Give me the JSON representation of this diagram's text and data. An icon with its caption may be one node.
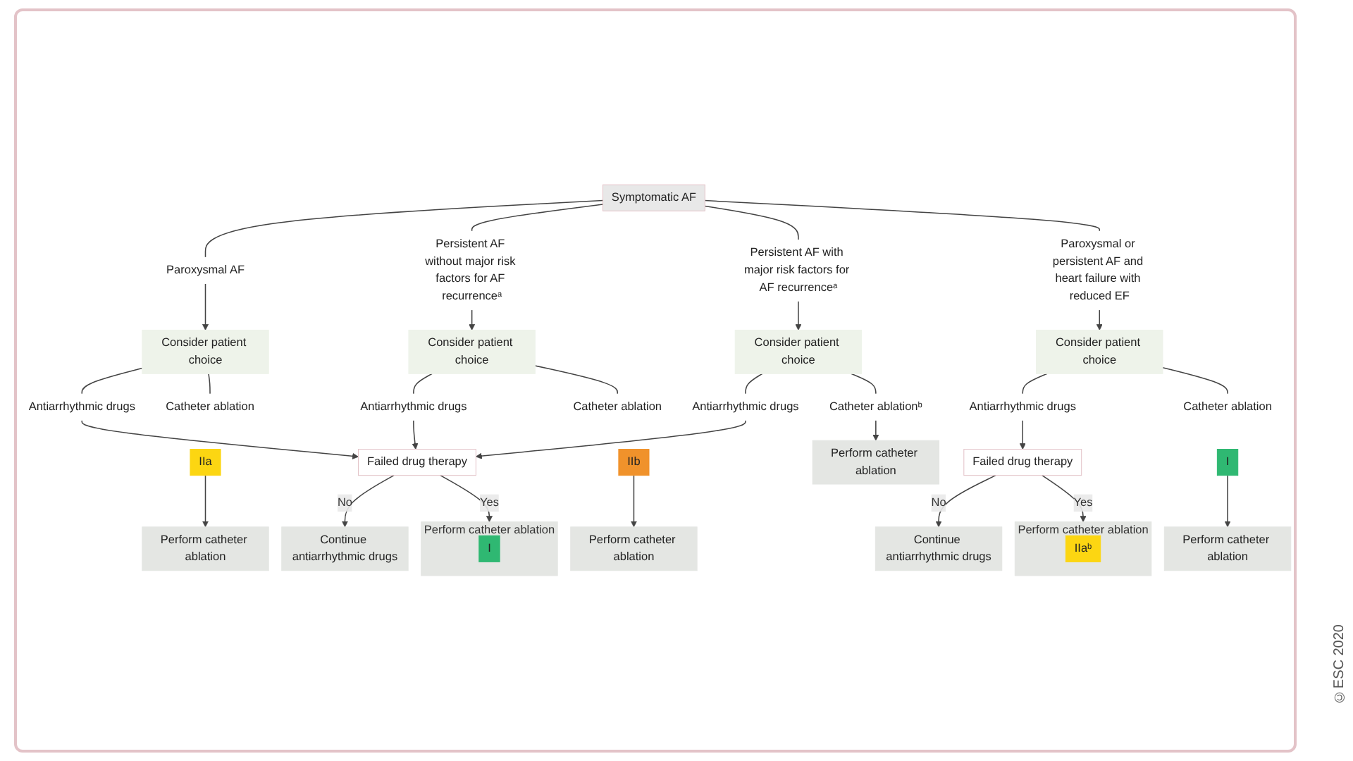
{
  "diagram": {
    "nodes": [
      {
        "text": [
          "Symptomatic AF"
        ]
      },
      {
        "text": [
          "Paroxysmal AF"
        ]
      },
      {
        "text": [
          "Persistent AF without major risk factors for AF recurrenceᵃ"
        ]
      },
      {
        "text": [
          "Persistent AF with major risk factors for AF recurrenceᵃ"
        ]
      },
      {
        "text": [
          "Paroxysmal or persistent AF and heart failure with reduced EF"
        ]
      },
      {
        "text": [
          "Consider patient choice"
        ]
      },
      {
        "text": [
          "Consider patient choice"
        ]
      },
      {
        "text": [
          "Consider patient choice"
        ]
      },
      {
        "text": [
          "Consider patient choice"
        ]
      },
      {
        "text": [
          "Antiarrhythmic drugs"
        ]
      },
      {
        "text": [
          "Catheter ablation"
        ]
      },
      {
        "text": [
          "IIa"
        ]
      },
      {
        "text": [
          "Perform catheter ablation"
        ]
      },
      {
        "text": [
          "Antiarrhythmic drugs"
        ]
      },
      {
        "text": [
          "Catheter ablation"
        ]
      },
      {
        "text": [
          "IIb"
        ]
      },
      {
        "text": [
          "Perform catheter ablation"
        ]
      },
      {
        "text": [
          "Antiarrhythmic drugs"
        ]
      },
      {
        "text": [
          "Catheter ablationᵇ"
        ]
      },
      {
        "text": [
          "Perform catheter ablation"
        ]
      },
      {
        "text": [
          "Antiarrhythmic drugs"
        ]
      },
      {
        "text": [
          "Catheter ablation"
        ]
      },
      {
        "text": [
          "I"
        ]
      },
      {
        "text": [
          "Perform catheter ablation"
        ]
      },
      {
        "text": [
          "Failed drug therapy"
        ]
      },
      {
        "text": [
          "Failed drug therapy"
        ]
      },
      {
        "text": [
          "Continue antiarrhythmic drugs"
        ]
      },
      {
        "text": [
          "Perform catheter ablation"
        ]
      },
      {
        "text": [
          "I"
        ],
        "in": 27
      },
      {
        "text": [
          "Continue antiarrhythmic drugs"
        ]
      },
      {
        "text": [
          "Perform catheter ablation"
        ]
      },
      {
        "text": [
          "IIaᵇ"
        ],
        "in": 30
      }
    ],
    "edges": [
      {
        "from": 0,
        "to": 1,
        "arrow": "none"
      },
      {
        "from": 0,
        "to": 2,
        "arrow": "none"
      },
      {
        "from": 0,
        "to": 3,
        "arrow": "none"
      },
      {
        "from": 0,
        "to": 4,
        "arrow": "none"
      },
      {
        "from": 1,
        "to": 5,
        "arrow": "to"
      },
      {
        "from": 2,
        "to": 6,
        "arrow": "to"
      },
      {
        "from": 3,
        "to": 7,
        "arrow": "to"
      },
      {
        "from": 4,
        "to": 8,
        "arrow": "to"
      },
      {
        "from": 5,
        "to": 9,
        "arrow": "none"
      },
      {
        "from": 5,
        "to": 10,
        "arrow": "none"
      },
      {
        "from": 11,
        "to": 12,
        "arrow": "to"
      },
      {
        "from": 6,
        "to": 13,
        "arrow": "none"
      },
      {
        "from": 6,
        "to": 14,
        "arrow": "none"
      },
      {
        "from": 15,
        "to": 16,
        "arrow": "to"
      },
      {
        "from": 7,
        "to": 17,
        "arrow": "none"
      },
      {
        "from": 7,
        "to": 18,
        "arrow": "none"
      },
      {
        "from": 18,
        "to": 19,
        "arrow": "to"
      },
      {
        "from": 8,
        "to": 20,
        "arrow": "none"
      },
      {
        "from": 8,
        "to": 21,
        "arrow": "none"
      },
      {
        "from": 22,
        "to": 23,
        "arrow": "to"
      },
      {
        "from": 9,
        "to": 24,
        "arrow": "to"
      },
      {
        "from": 13,
        "to": 24,
        "arrow": "to"
      },
      {
        "from": 17,
        "to": 24,
        "arrow": "to"
      },
      {
        "from": 20,
        "to": 25,
        "arrow": "to"
      },
      {
        "from": 24,
        "to": 26,
        "arrow": "to",
        "label": "No"
      },
      {
        "from": 24,
        "to": 27,
        "arrow": "to",
        "label": "Yes"
      },
      {
        "from": 25,
        "to": 29,
        "arrow": "to",
        "label": "No"
      },
      {
        "from": 25,
        "to": 30,
        "arrow": "to",
        "label": "Yes"
      }
    ],
    "labels": [
      "©ESC 2020"
    ]
  }
}
